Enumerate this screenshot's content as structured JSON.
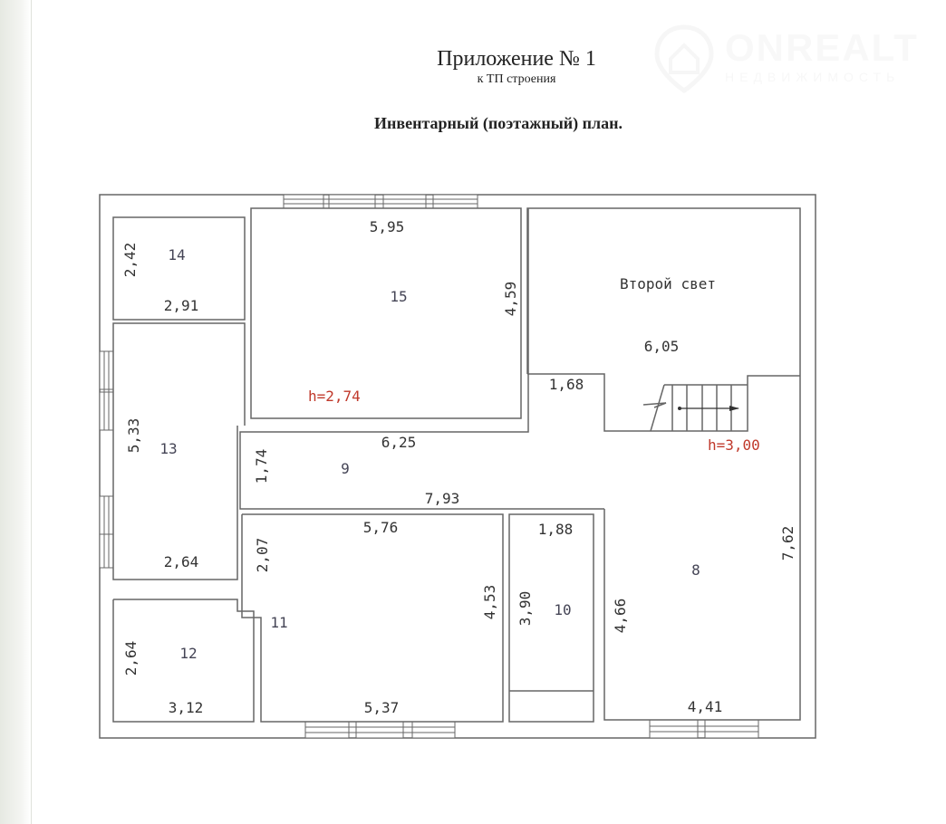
{
  "header": {
    "title": "Приложение № 1",
    "subtitle": "к ТП строения",
    "heading": "Инвентарный (поэтажный) план."
  },
  "watermark": {
    "name": "ONREALT",
    "sub": "НЕДВИЖИМОСТЬ"
  },
  "plan": {
    "rooms": {
      "r14": "14",
      "r15": "15",
      "r13": "13",
      "r9": "9",
      "r11": "11",
      "r10": "10",
      "r12": "12",
      "r8": "8",
      "second_light": "Второй свет"
    },
    "heights": {
      "h1": "h=2,74",
      "h2": "h=3,00"
    },
    "dims": {
      "d595": "5,95",
      "d459": "4,59",
      "d242": "2,42",
      "d291": "2,91",
      "d533": "5,33",
      "d264a": "2,64",
      "d625": "6,25",
      "d174": "1,74",
      "d793": "7,93",
      "d605": "6,05",
      "d168": "1,68",
      "d576": "5,76",
      "d207": "2,07",
      "d453": "4,53",
      "d537": "5,37",
      "d188": "1,88",
      "d390": "3,90",
      "d466": "4,66",
      "d762": "7,62",
      "d441": "4,41",
      "d264b": "2,64",
      "d312": "3,12"
    }
  }
}
